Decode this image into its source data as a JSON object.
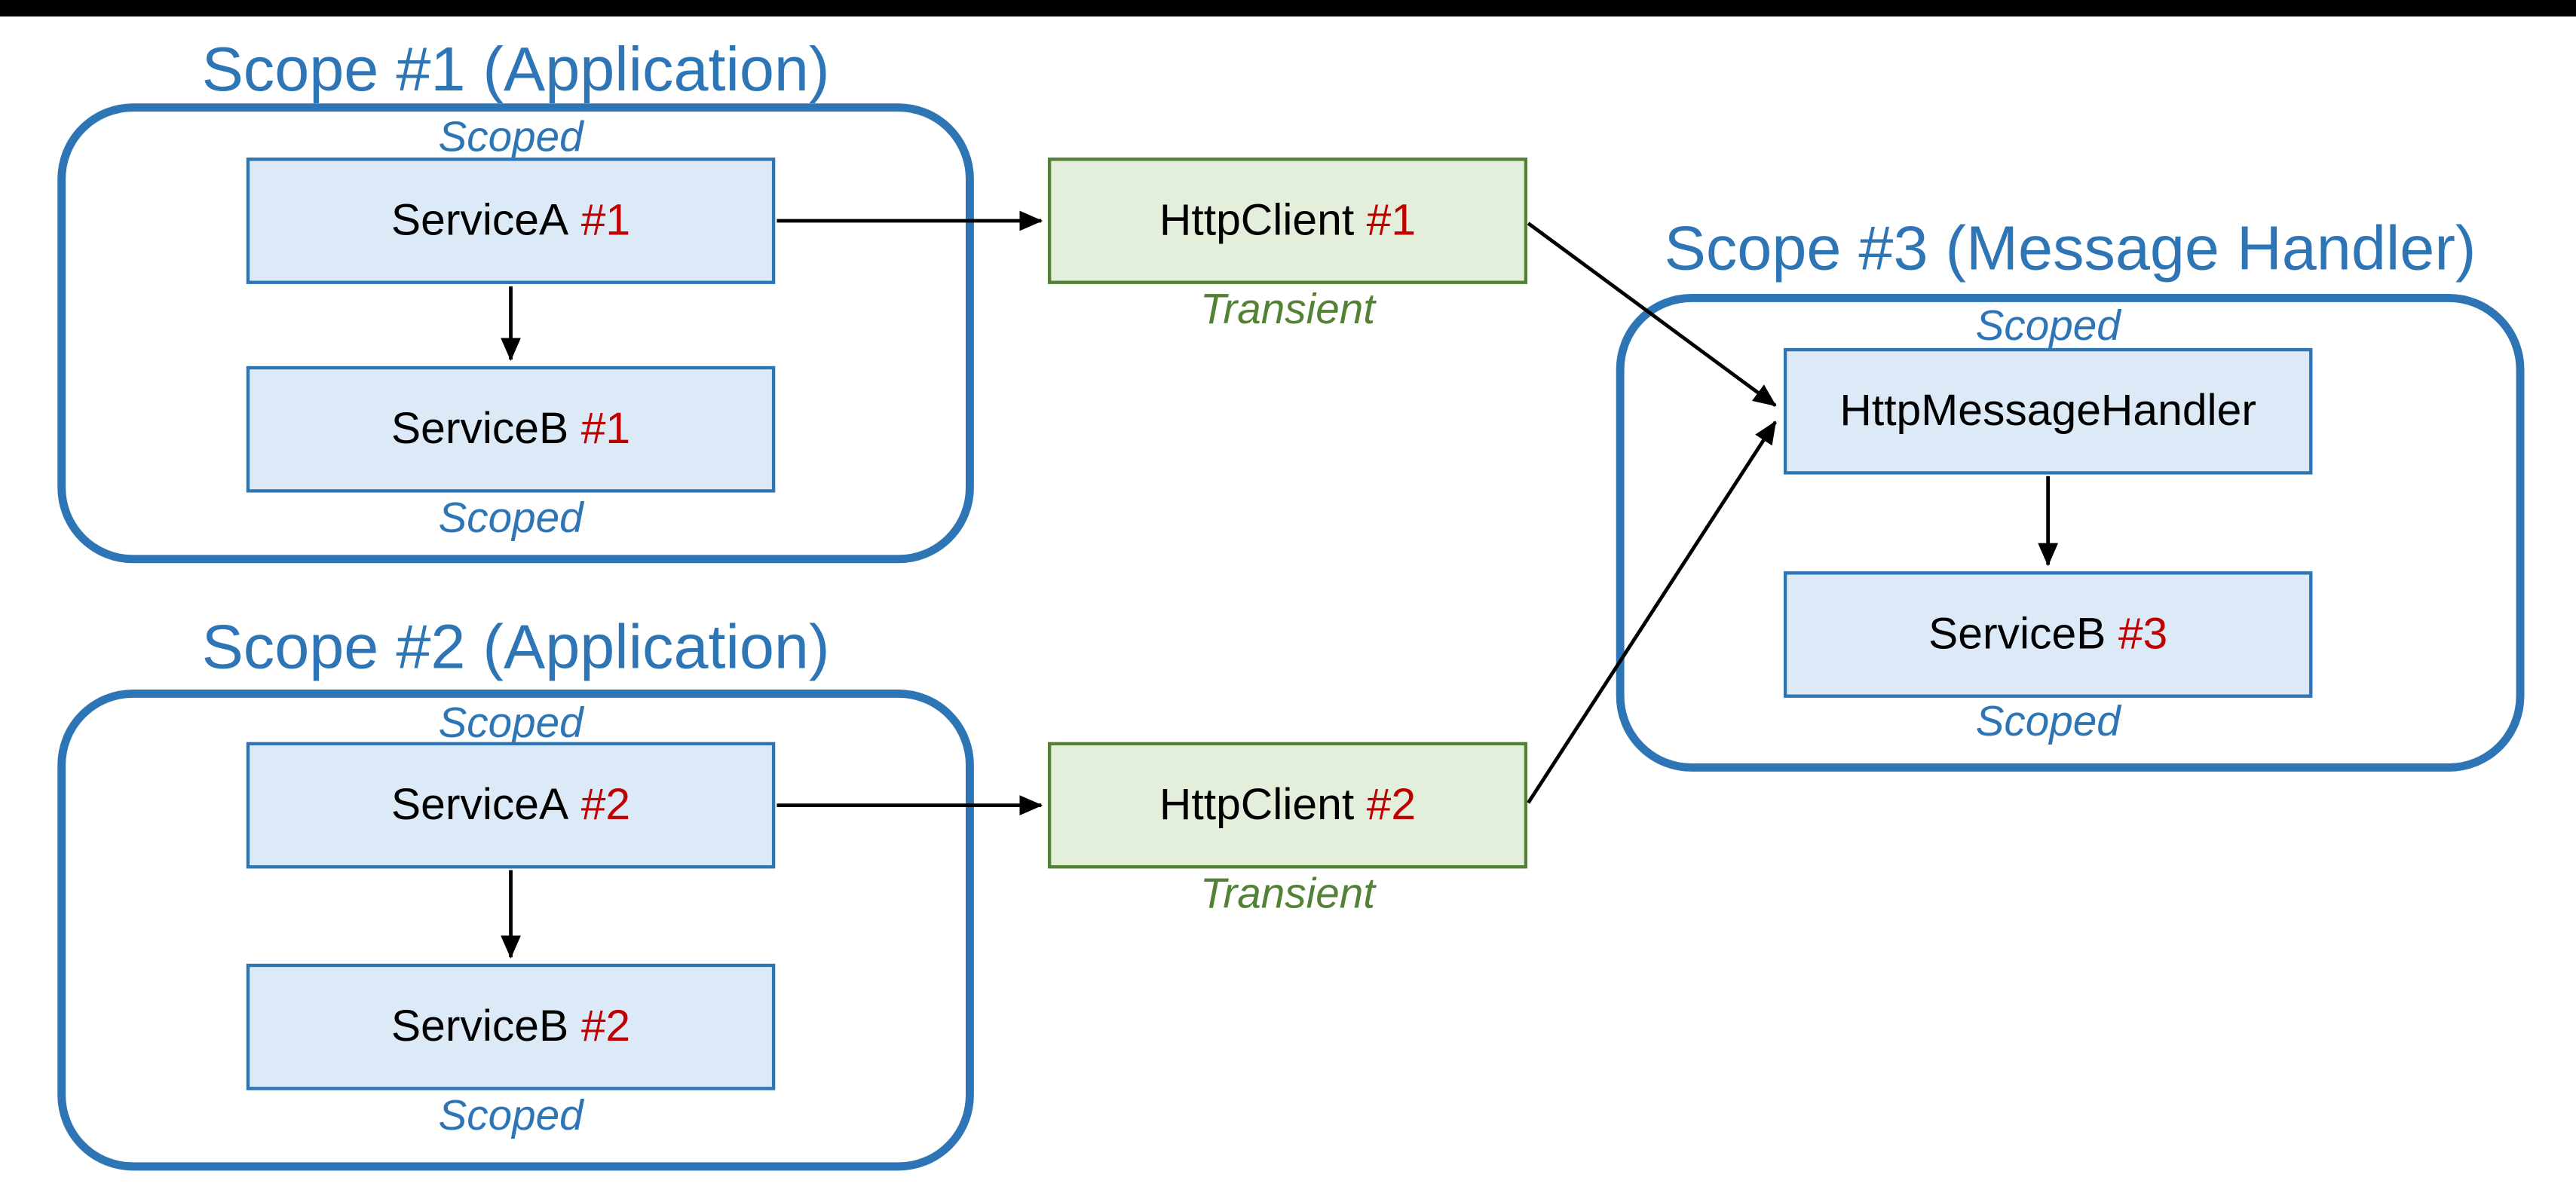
{
  "colors": {
    "accent_blue": "#2E75B6",
    "box_fill_blue": "#DCE9F6",
    "box_fill_green": "#E3EFDA",
    "green": "#538135",
    "red": "#C00000",
    "arrow": "#000000",
    "letterbox": "#000000"
  },
  "scopes": {
    "scope1": {
      "title": "Scope #1 (Application)",
      "scoped_top": "Scoped",
      "scoped_bottom": "Scoped",
      "service_a": {
        "name": "ServiceA",
        "instance": "#1"
      },
      "service_b": {
        "name": "ServiceB",
        "instance": "#1"
      }
    },
    "scope2": {
      "title": "Scope #2 (Application)",
      "scoped_top": "Scoped",
      "scoped_bottom": "Scoped",
      "service_a": {
        "name": "ServiceA",
        "instance": "#2"
      },
      "service_b": {
        "name": "ServiceB",
        "instance": "#2"
      }
    },
    "scope3": {
      "title": "Scope #3 (Message Handler)",
      "scoped_top": "Scoped",
      "scoped_bottom": "Scoped",
      "handler": {
        "name": "HttpMessageHandler",
        "instance": ""
      },
      "service_b": {
        "name": "ServiceB",
        "instance": "#3"
      }
    }
  },
  "clients": {
    "client1": {
      "name": "HttpClient",
      "instance": "#1",
      "lifetime": "Transient"
    },
    "client2": {
      "name": "HttpClient",
      "instance": "#2",
      "lifetime": "Transient"
    }
  },
  "edges": [
    {
      "from": "ServiceA #1",
      "to": "ServiceB #1"
    },
    {
      "from": "ServiceA #1",
      "to": "HttpClient #1"
    },
    {
      "from": "HttpClient #1",
      "to": "HttpMessageHandler"
    },
    {
      "from": "ServiceA #2",
      "to": "ServiceB #2"
    },
    {
      "from": "ServiceA #2",
      "to": "HttpClient #2"
    },
    {
      "from": "HttpClient #2",
      "to": "HttpMessageHandler"
    },
    {
      "from": "HttpMessageHandler",
      "to": "ServiceB #3"
    }
  ]
}
